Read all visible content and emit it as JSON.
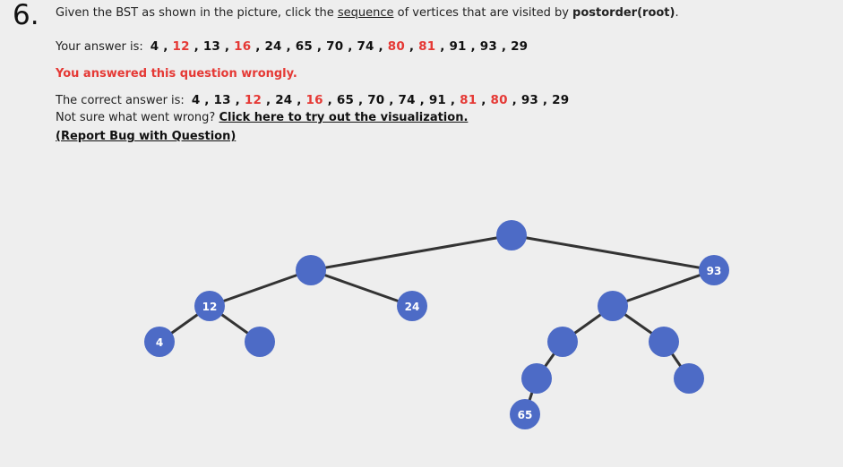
{
  "question": {
    "number": "6.",
    "prompt_pre": "Given the BST as shown in the picture, click the ",
    "prompt_link": "sequence",
    "prompt_mid": " of vertices that are visited by ",
    "prompt_bold": "postorder(root)",
    "prompt_end": "."
  },
  "answer": {
    "label": "Your answer is:",
    "sequence": [
      {
        "v": "4",
        "red": false
      },
      {
        "v": "12",
        "red": true
      },
      {
        "v": "13",
        "red": false
      },
      {
        "v": "16",
        "red": true
      },
      {
        "v": "24",
        "red": false
      },
      {
        "v": "65",
        "red": false
      },
      {
        "v": "70",
        "red": false
      },
      {
        "v": "74",
        "red": false
      },
      {
        "v": "80",
        "red": true
      },
      {
        "v": "81",
        "red": true
      },
      {
        "v": "91",
        "red": false
      },
      {
        "v": "93",
        "red": false
      },
      {
        "v": "29",
        "red": false
      }
    ]
  },
  "wrong_message": "You answered this question wrongly.",
  "correct": {
    "label": "The correct answer is:",
    "sequence": [
      {
        "v": "4",
        "red": false
      },
      {
        "v": "13",
        "red": false
      },
      {
        "v": "12",
        "red": true
      },
      {
        "v": "24",
        "red": false
      },
      {
        "v": "16",
        "red": true
      },
      {
        "v": "65",
        "red": false
      },
      {
        "v": "70",
        "red": false
      },
      {
        "v": "74",
        "red": false
      },
      {
        "v": "91",
        "red": false
      },
      {
        "v": "81",
        "red": true
      },
      {
        "v": "80",
        "red": true
      },
      {
        "v": "93",
        "red": false
      },
      {
        "v": "29",
        "red": false
      }
    ]
  },
  "help": {
    "text": "Not sure what went wrong? ",
    "link": "Click here to try out the visualization."
  },
  "report": "(Report Bug with Question)",
  "tree": {
    "node_color": "#4d6bc6",
    "labels": [
      "",
      "",
      "93",
      "12",
      "24",
      "",
      "4",
      "",
      "",
      "",
      "",
      "65",
      ""
    ]
  }
}
